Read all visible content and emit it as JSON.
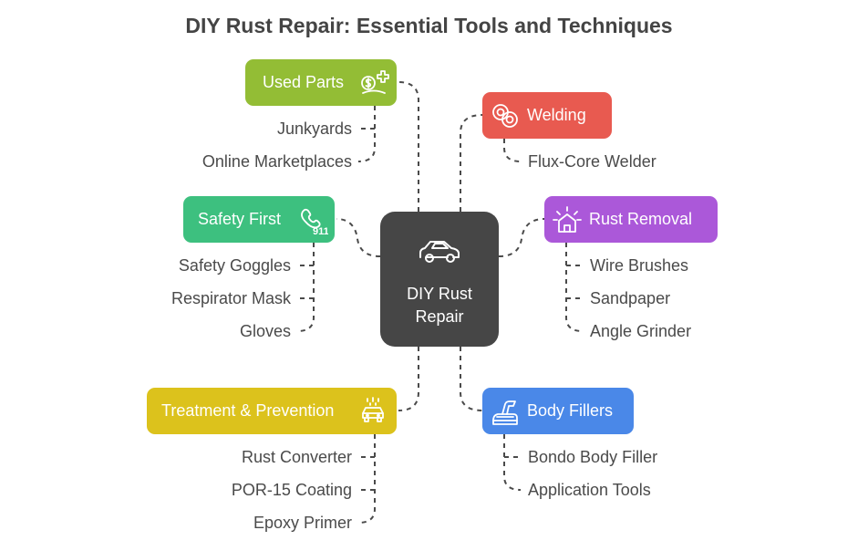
{
  "title": "DIY Rust Repair: Essential Tools and Techniques",
  "center": {
    "label_line1": "DIY Rust",
    "label_line2": "Repair",
    "icon": "car-icon"
  },
  "colors": {
    "center": "#464646",
    "used_parts": "#93BD35",
    "welding": "#E85A50",
    "safety": "#3DC07F",
    "rust_removal": "#AB58D9",
    "treatment": "#DCC21C",
    "body_fillers": "#4A88E8",
    "connector": "#4a4a4a"
  },
  "branches": {
    "used_parts": {
      "label": "Used Parts",
      "icon": "money-exchange-icon",
      "items": [
        "Junkyards",
        "Online Marketplaces"
      ]
    },
    "welding": {
      "label": "Welding",
      "icon": "welding-rings-icon",
      "items": [
        "Flux-Core Welder"
      ]
    },
    "safety": {
      "label": "Safety First",
      "icon": "phone-911-icon",
      "items": [
        "Safety Goggles",
        "Respirator Mask",
        "Gloves"
      ]
    },
    "rust_removal": {
      "label": "Rust Removal",
      "icon": "house-sun-icon",
      "items": [
        "Wire Brushes",
        "Sandpaper",
        "Angle Grinder"
      ]
    },
    "treatment": {
      "label": "Treatment & Prevention",
      "icon": "car-wash-icon",
      "items": [
        "Rust Converter",
        "POR-15 Coating",
        "Epoxy Primer"
      ]
    },
    "body_fillers": {
      "label": "Body Fillers",
      "icon": "filler-tool-icon",
      "items": [
        "Bondo Body Filler",
        "Application Tools"
      ]
    }
  }
}
